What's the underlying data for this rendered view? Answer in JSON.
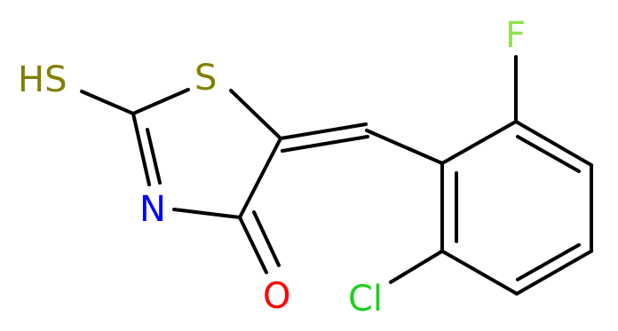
{
  "molecule": {
    "atoms": [
      {
        "id": "sh",
        "label": "HS",
        "element": "S",
        "color": "#808000"
      },
      {
        "id": "s1",
        "label": "S",
        "element": "S",
        "color": "#808000"
      },
      {
        "id": "n3",
        "label": "N",
        "element": "N",
        "color": "#0000ff"
      },
      {
        "id": "o4",
        "label": "O",
        "element": "O",
        "color": "#ff0000"
      },
      {
        "id": "f",
        "label": "F",
        "element": "F",
        "color": "#90e050"
      },
      {
        "id": "cl",
        "label": "Cl",
        "element": "Cl",
        "color": "#1fd01f"
      }
    ],
    "bond_color": "#000000"
  }
}
